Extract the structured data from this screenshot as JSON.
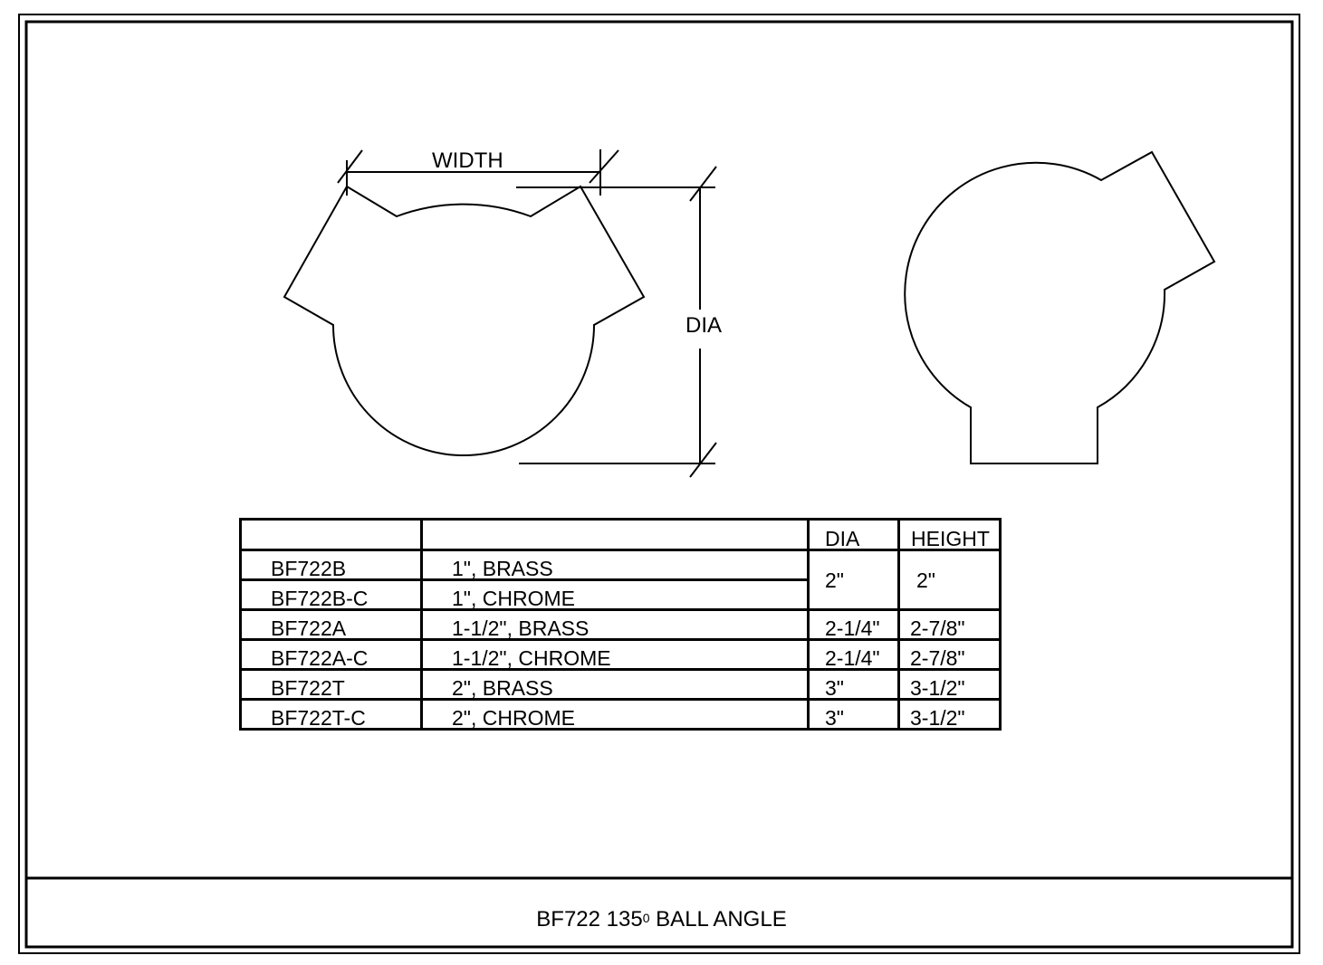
{
  "drawing": {
    "dimension_labels": {
      "width": "WIDTH",
      "dia": "DIA"
    },
    "table": {
      "header": {
        "code": "",
        "description": "",
        "dia": "DIA",
        "height": "HEIGHT"
      },
      "rows": [
        {
          "code": "BF722B",
          "description": "1\", BRASS",
          "dia": "2\"",
          "height": "2\""
        },
        {
          "code": "BF722B-C",
          "description": "1\", CHROME",
          "dia": "2\"",
          "height": "2\""
        },
        {
          "code": "BF722A",
          "description": "1-1/2\", BRASS",
          "dia": "2-1/4\"",
          "height": "2-7/8\""
        },
        {
          "code": "BF722A-C",
          "description": "1-1/2\", CHROME",
          "dia": "2-1/4\"",
          "height": "2-7/8\""
        },
        {
          "code": "BF722T",
          "description": "2\", BRASS",
          "dia": "3\"",
          "height": "3-1/2\""
        },
        {
          "code": "BF722T-C",
          "description": "2\", CHROME",
          "dia": "3\"",
          "height": "3-1/2\""
        }
      ]
    },
    "title_block": {
      "part": "BF722 135",
      "degree": "0",
      "name": "BALL ANGLE"
    }
  }
}
